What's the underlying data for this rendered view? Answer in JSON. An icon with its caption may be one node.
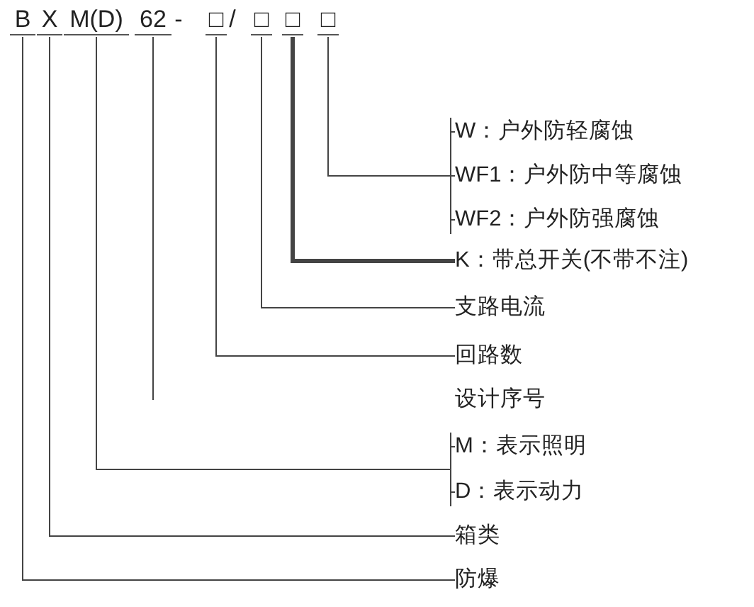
{
  "diagram": {
    "nodes": [
      {
        "text": [
          "B"
        ]
      },
      {
        "text": [
          "X"
        ]
      },
      {
        "text": [
          "M(D)"
        ]
      },
      {
        "text": [
          "62"
        ]
      },
      {
        "text": [
          "□"
        ]
      },
      {
        "text": [
          "□"
        ]
      },
      {
        "text": [
          "□"
        ]
      },
      {
        "text": [
          "□"
        ]
      },
      {
        "text": [
          "W：户外防轻腐蚀"
        ]
      },
      {
        "text": [
          "WF1：户外防中等腐蚀"
        ]
      },
      {
        "text": [
          "WF2：户外防强腐蚀"
        ]
      },
      {
        "text": [
          "K：带总开关(不带不注)"
        ]
      },
      {
        "text": [
          "支路电流"
        ]
      },
      {
        "text": [
          "回路数"
        ]
      },
      {
        "text": [
          "设计序号"
        ]
      },
      {
        "text": [
          "M：表示照明"
        ]
      },
      {
        "text": [
          "D：表示动力"
        ]
      },
      {
        "text": [
          "箱类"
        ]
      },
      {
        "text": [
          "防爆"
        ]
      }
    ],
    "edges": [
      {
        "from": 7,
        "to": 8,
        "arrow": "none"
      },
      {
        "from": 7,
        "to": 9,
        "arrow": "none"
      },
      {
        "from": 7,
        "to": 10,
        "arrow": "none"
      },
      {
        "from": 6,
        "to": 11,
        "arrow": "none",
        "style": "thick"
      },
      {
        "from": 5,
        "to": 12,
        "arrow": "none"
      },
      {
        "from": 4,
        "to": 13,
        "arrow": "none"
      },
      {
        "from": 3,
        "to": null,
        "arrow": "none"
      },
      {
        "from": 2,
        "to": 15,
        "arrow": "none"
      },
      {
        "from": 2,
        "to": 16,
        "arrow": "none"
      },
      {
        "from": 1,
        "to": 17,
        "arrow": "none"
      },
      {
        "from": 0,
        "to": 18,
        "arrow": "none"
      }
    ],
    "labels": [
      "-",
      "/"
    ]
  }
}
